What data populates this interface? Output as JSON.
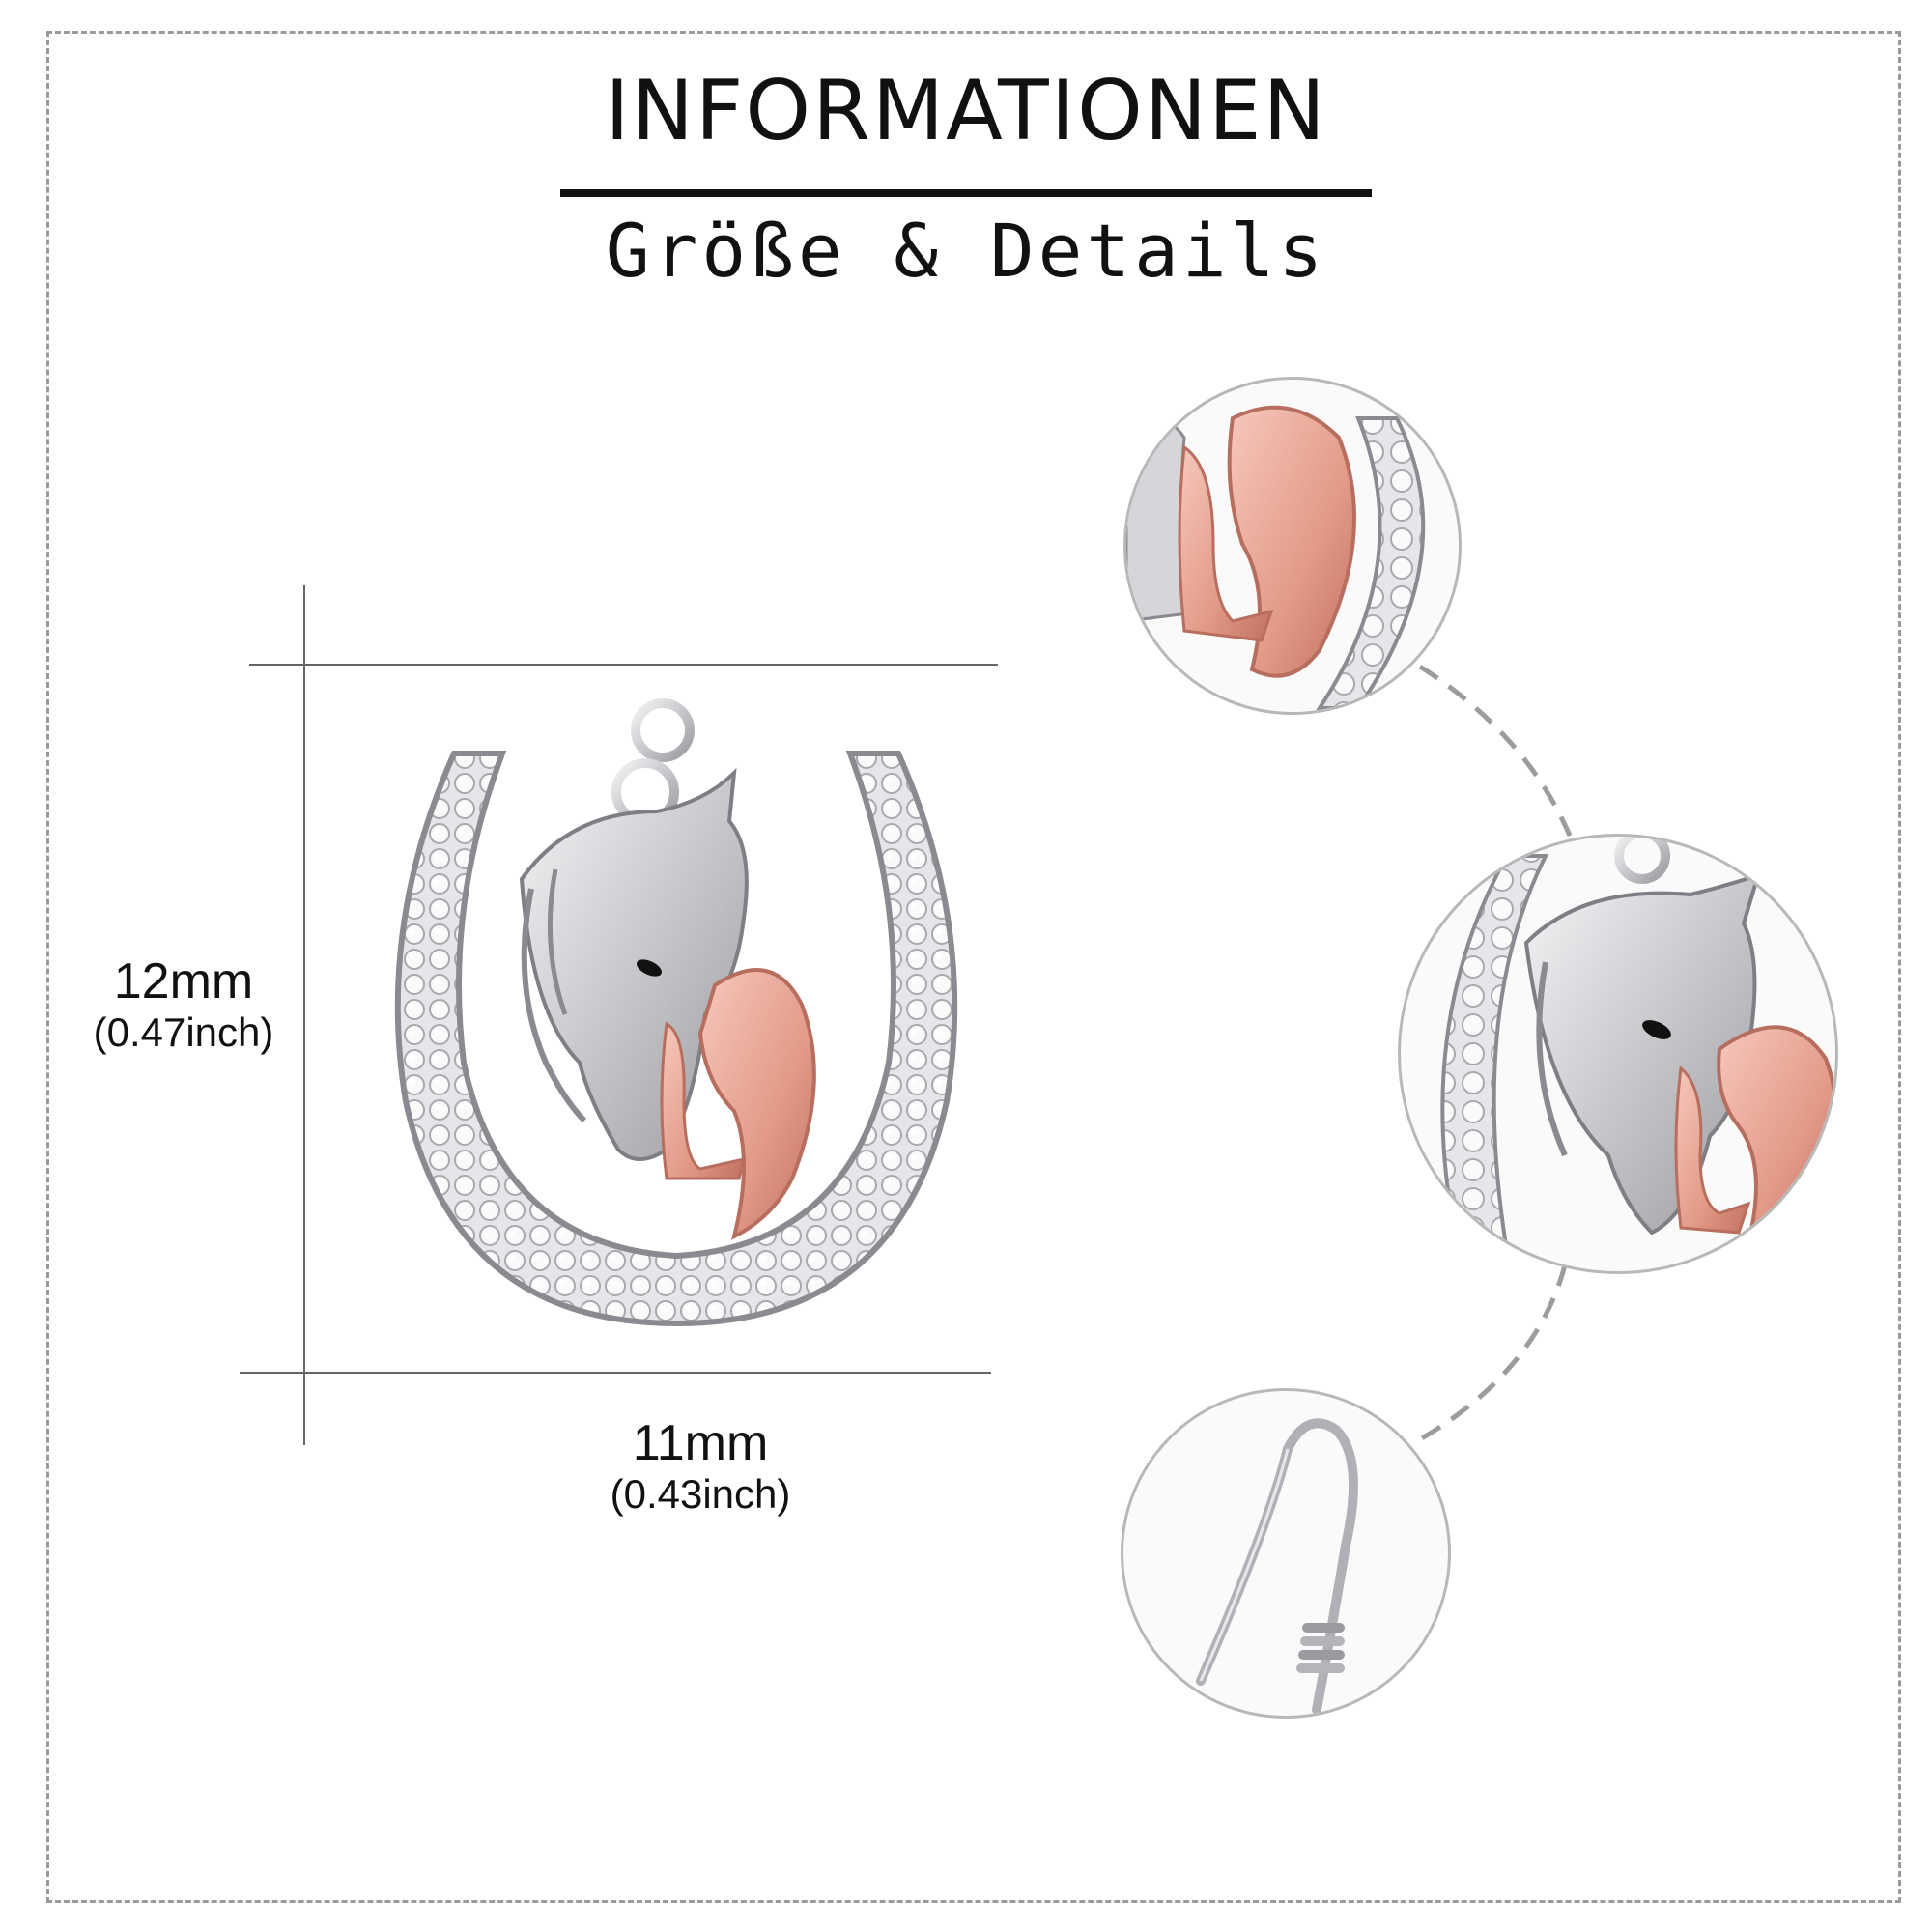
{
  "header": {
    "title": "INFORMATIONEN",
    "subtitle": "Größe & Details"
  },
  "dimensions": {
    "height_mm": "12mm",
    "height_inch": "(0.47inch)",
    "width_mm": "11mm",
    "width_inch": "(0.43inch)"
  },
  "colors": {
    "silver": "#d8d8dc",
    "silver_dark": "#8a8a90",
    "rose_gold": "#e8a898",
    "rose_gold_dark": "#c9786a",
    "gem": "#f2f2f4"
  },
  "icons": {
    "main": "horseshoe-pendant-icon",
    "detail_top": "girl-figure-closeup-icon",
    "detail_middle": "horse-head-closeup-icon",
    "detail_bottom": "ear-hook-icon"
  }
}
